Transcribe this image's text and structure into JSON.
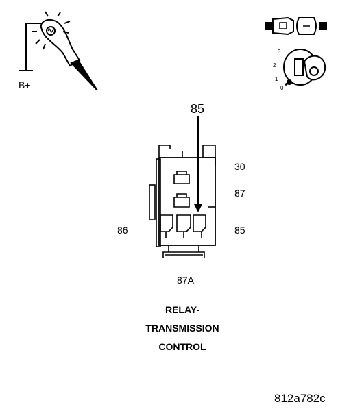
{
  "test_light": {
    "label": "B+"
  },
  "ignition": {
    "positions": [
      "3",
      "2",
      "1",
      "0"
    ]
  },
  "probe_pin": {
    "label": "85"
  },
  "connector": {
    "pins": {
      "p30": "30",
      "p87": "87",
      "p86": "86",
      "p85": "85",
      "p87a": "87A"
    }
  },
  "title": {
    "line1": "RELAY-",
    "line2": "TRANSMISSION",
    "line3": "CONTROL"
  },
  "figure_id": "812a782c"
}
